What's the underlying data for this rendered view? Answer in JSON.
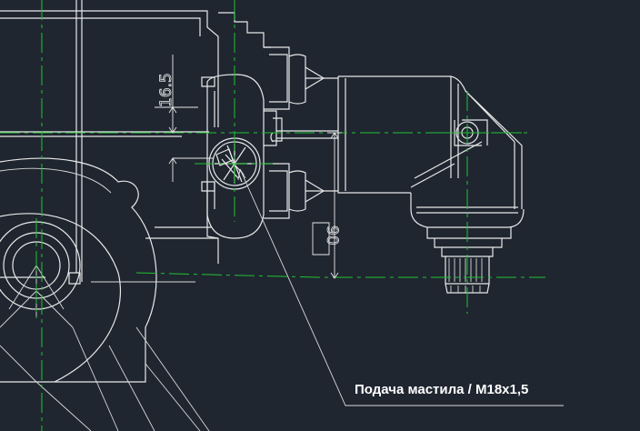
{
  "dimensions": {
    "vertical_1": "16.5",
    "vertical_2": "90"
  },
  "callout": {
    "label": "Подача мастила / M18x1,5"
  },
  "colors": {
    "background": "#1f2630",
    "outline": "#e8e8e8",
    "centerline": "#22c232"
  }
}
